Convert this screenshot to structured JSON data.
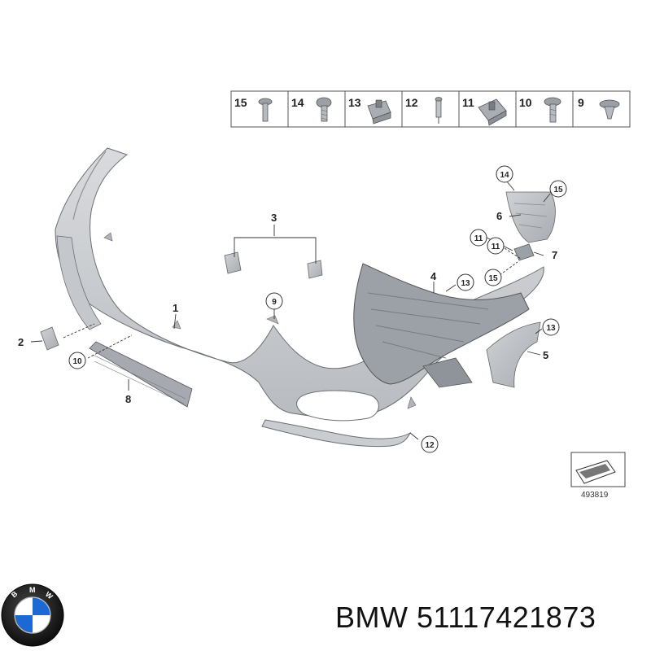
{
  "fastener_strip": {
    "items": [
      {
        "number": "15",
        "icon": "torx-screw-icon"
      },
      {
        "number": "14",
        "icon": "pan-head-screw-icon"
      },
      {
        "number": "13",
        "icon": "square-clip-nut-icon"
      },
      {
        "number": "12",
        "icon": "rivet-icon"
      },
      {
        "number": "11",
        "icon": "u-clip-nut-icon"
      },
      {
        "number": "10",
        "icon": "flange-screw-icon"
      },
      {
        "number": "9",
        "icon": "expanding-rivet-icon"
      }
    ]
  },
  "callouts": {
    "part_1": "1",
    "part_2": "2",
    "part_3": "3",
    "part_4": "4",
    "part_5": "5",
    "part_6": "6",
    "part_7": "7",
    "part_8": "8",
    "circled_9": "9",
    "circled_10": "10",
    "circled_11a": "11",
    "circled_11b": "11",
    "circled_12": "12",
    "circled_13a": "13",
    "circled_13b": "13",
    "circled_14": "14",
    "circled_15a": "15",
    "circled_15b": "15"
  },
  "reference_box": {
    "code": "493819",
    "icon": "folded-arrow-icon"
  },
  "brand": {
    "logo": "bmw-logo",
    "logo_letters": "BMW"
  },
  "caption": {
    "text": "BMW 51117421873"
  }
}
